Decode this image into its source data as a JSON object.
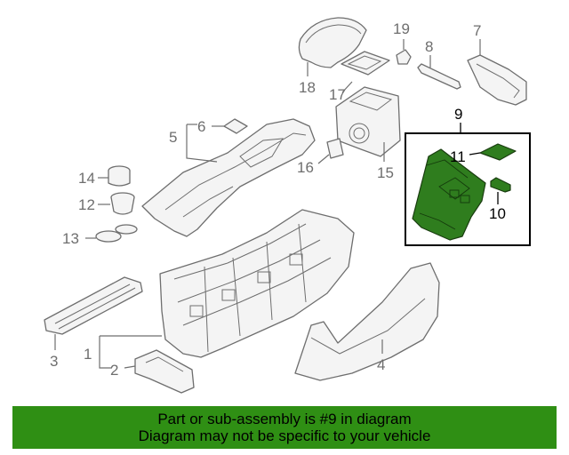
{
  "callouts": {
    "c1": "1",
    "c2": "2",
    "c3": "3",
    "c4": "4",
    "c5": "5",
    "c6": "6",
    "c7": "7",
    "c8": "8",
    "c9": "9",
    "c10": "10",
    "c11": "11",
    "c12": "12",
    "c13": "13",
    "c14": "14",
    "c15": "15",
    "c16": "16",
    "c17": "17",
    "c18": "18",
    "c19": "19"
  },
  "highlighted_part": "9",
  "colors": {
    "highlight": "#2f7d1e",
    "banner": "#2f8f14",
    "line_art": "#6e6e6e"
  },
  "banner": {
    "line1": "Part or sub-assembly is #9 in diagram",
    "line2": "Diagram may not be specific to your vehicle"
  }
}
